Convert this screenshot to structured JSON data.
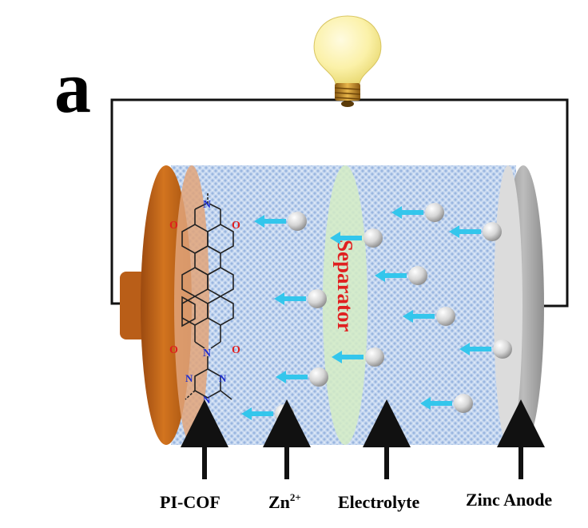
{
  "figure": {
    "panel_letter": "a",
    "separator_label": "Separator",
    "labels": {
      "cathode": "PI-COF",
      "ion": "Zn",
      "ion_charge": "2+",
      "electrolyte": "Electrolyte",
      "anode": "Zinc Anode"
    },
    "atoms": {
      "nitrogen": "N",
      "oxygen": "O"
    },
    "colors": {
      "cathode": "#c0601a",
      "anode": "#a8a8a8",
      "electrolyte": "#bfd3ee",
      "separator": "#cde8c0",
      "arrow": "#33c6ec",
      "separator_text": "#e02020",
      "nitrogen": "#1f2fcf",
      "oxygen": "#e01e1e",
      "wire": "#111111"
    },
    "icons": [
      "light-bulb-icon",
      "zn-ion-sphere-icon",
      "ion-arrow-icon"
    ]
  }
}
